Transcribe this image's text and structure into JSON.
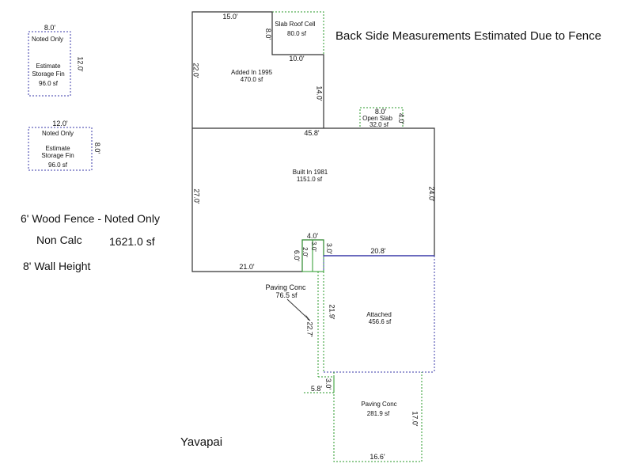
{
  "header_note": "Back Side Measurements Estimated Due to Fence",
  "notes": {
    "fence": "6' Wood Fence - Noted Only",
    "non_calc": "Non Calc",
    "non_calc_area": "1621.0 sf",
    "wall_height": "8' Wall Height",
    "county": "Yavapai"
  },
  "areas": {
    "storage1": {
      "note": "Noted Only",
      "name1": "Estimate",
      "name2": "Storage Fin",
      "area": "96.0 sf",
      "top": "8.0'",
      "side": "12.0'"
    },
    "storage2": {
      "note": "Noted Only",
      "name1": "Estimate",
      "name2": "Storage Fin",
      "area": "96.0 sf",
      "top": "12.0'",
      "side": "8.0'"
    },
    "addition": {
      "name": "Added In 1995",
      "area": "470.0 sf",
      "top": "15.0'",
      "left": "22.0'",
      "right": "14.0'"
    },
    "slab_roof": {
      "name": "Slab Roof Cell",
      "area": "80.0 sf",
      "side": "8.0'",
      "bottom": "10.0'"
    },
    "open_slab": {
      "name": "Open Slab",
      "area": "32.0 sf",
      "top": "8.0'",
      "side": "4.0'"
    },
    "main": {
      "name": "Built In 1981",
      "area": "1151.0 sf",
      "top": "45.8'",
      "left": "27.0'",
      "right": "24.0'",
      "bottom": "21.0'"
    },
    "notch": {
      "top": "4.0'",
      "right": "3.0'",
      "left": "6.0'",
      "inner1": "2.0'",
      "inner2": "3.0'"
    },
    "attached": {
      "name": "Attached",
      "area": "456.6 sf",
      "top": "20.8'",
      "left": "21.9'"
    },
    "paving1": {
      "name": "Paving Conc",
      "area": "76.5 sf",
      "diag": "22.7'"
    },
    "paving2": {
      "name": "Paving Conc",
      "area": "281.9 sf",
      "side": "17.0'",
      "bottom": "16.6'",
      "step_v": "3.0'",
      "step_h": "5.8'"
    }
  },
  "colors": {
    "wall": "#333333",
    "blue_dash": "#3a3aa8",
    "green_dash": "#2a9a2a"
  }
}
